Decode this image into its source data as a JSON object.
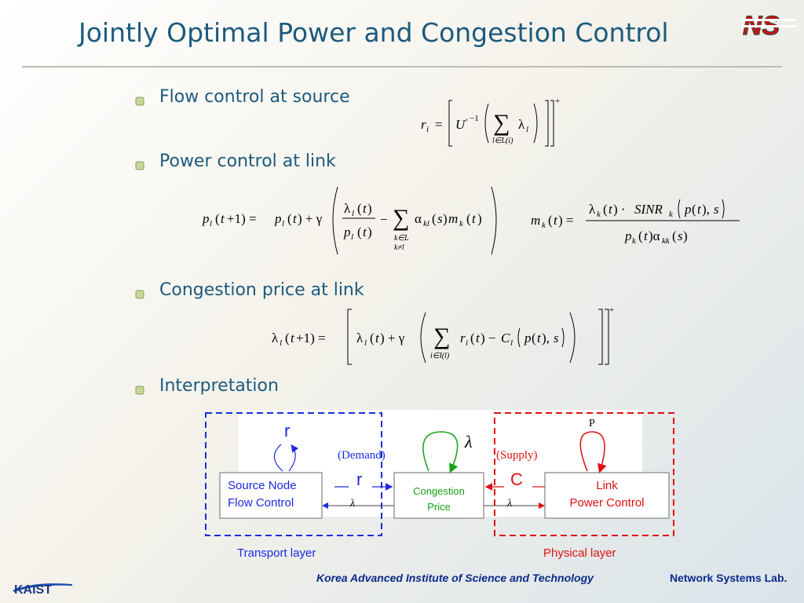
{
  "title": "Jointly Optimal Power and Congestion Control",
  "bullets": [
    "Flow control at source",
    "Power control at link",
    "Congestion price at link",
    "Interpretation"
  ],
  "diagram": {
    "source_box": [
      "Source Node",
      "Flow Control"
    ],
    "price_box": [
      "Congestion",
      "Price"
    ],
    "link_box": [
      "Link",
      "Power Control"
    ],
    "demand_label": "(Demand)",
    "supply_label": "(Supply)",
    "r_top": "r",
    "r_mid": "r",
    "c_mid": "C",
    "lambda_top": "λ",
    "lambda_left": "λ",
    "lambda_right": "λ",
    "p_top": "P",
    "transport_layer": "Transport layer",
    "physical_layer": "Physical layer"
  },
  "footer": {
    "institution": "Korea Advanced  Institute  of Science  and Technology",
    "lab": "Network Systems Lab."
  },
  "colors": {
    "title": "#1d5a7d",
    "transport": "#1a2be0",
    "physical": "#e01010",
    "price": "#13a313",
    "footer": "#0a2a8a"
  }
}
